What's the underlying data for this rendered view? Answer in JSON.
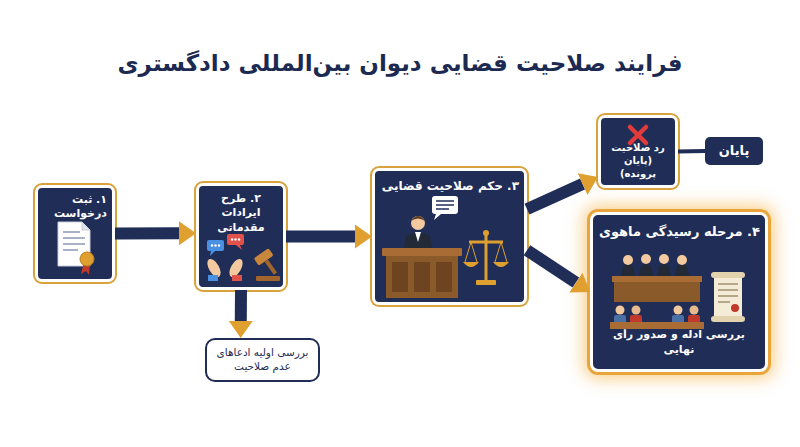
{
  "diagram": {
    "title": "فرایند صلاحیت قضایی دیوان بین‌المللی دادگستری",
    "nodes": [
      {
        "text": [
          "۱. ثبت درخواست"
        ]
      },
      {
        "text": [
          "۲. طرح ایرادات مقدماتی"
        ]
      },
      {
        "text": [
          "بررسی اولیه ادعاهای عدم صلاحیت"
        ]
      },
      {
        "text": [
          "۳. حکم صلاحیت قضایی"
        ]
      },
      {
        "text": [
          "رد صلاحیت (پایان پرونده)"
        ]
      },
      {
        "text": [
          "پایان"
        ]
      },
      {
        "text": [
          "۴. مرحله رسیدگی ماهوی",
          "بررسی ادله و صدور رأی نهایی"
        ]
      }
    ],
    "edges": [
      {
        "from": 0,
        "to": 1,
        "arrow": "to"
      },
      {
        "from": 1,
        "to": 2,
        "arrow": "to"
      },
      {
        "from": 1,
        "to": 3,
        "arrow": "to"
      },
      {
        "from": 3,
        "to": 4,
        "arrow": "to"
      },
      {
        "from": 3,
        "to": 6,
        "arrow": "to"
      },
      {
        "from": 4,
        "to": 5,
        "arrow": "none"
      }
    ]
  }
}
